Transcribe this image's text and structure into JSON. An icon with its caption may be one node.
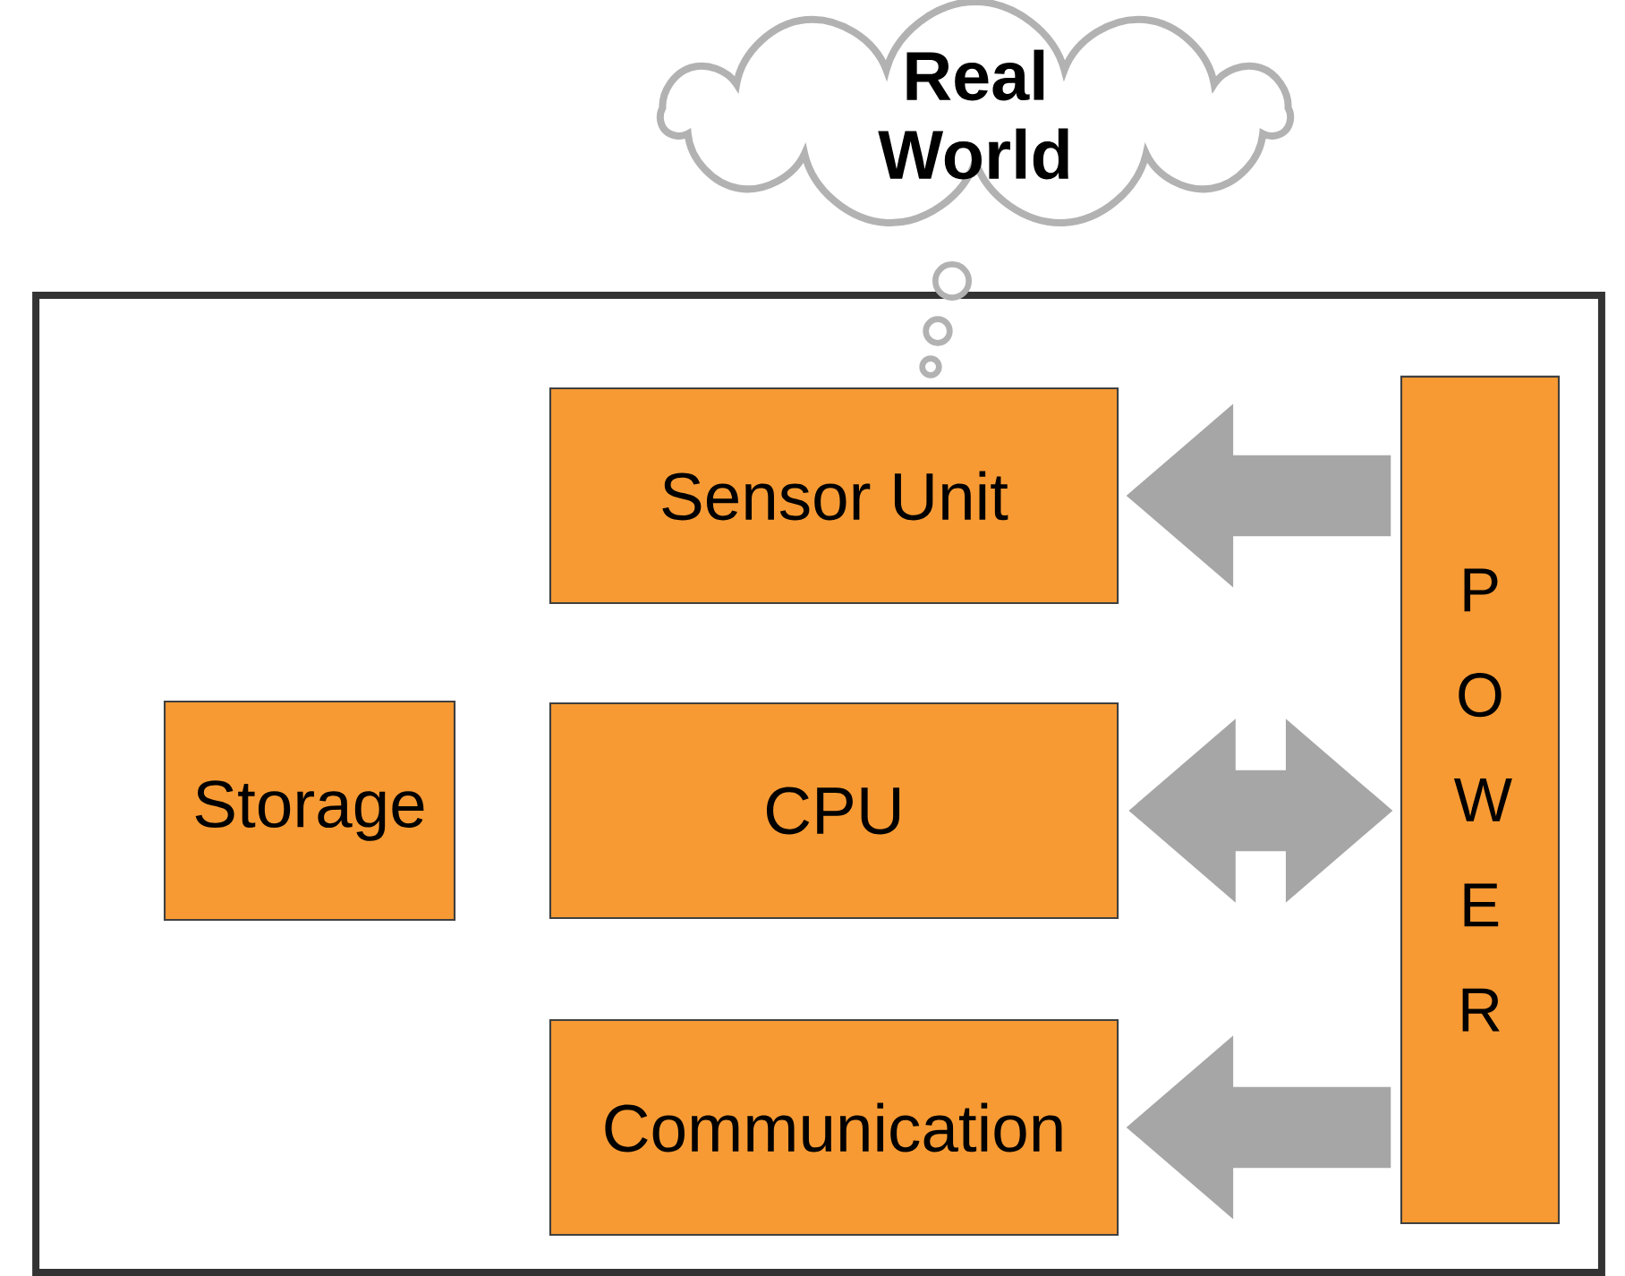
{
  "diagram": {
    "nodes": [
      {
        "text": [],
        "shape": "box"
      },
      {
        "text": [
          "Real World"
        ]
      },
      {
        "text": [
          "Sensor Unit"
        ],
        "in": 0
      },
      {
        "text": [
          "Storage"
        ],
        "in": 0
      },
      {
        "text": [
          "CPU"
        ],
        "in": 0
      },
      {
        "text": [
          "Communication"
        ],
        "in": 0
      },
      {
        "text": [
          "POWER"
        ],
        "in": 0
      }
    ],
    "edges": [
      {
        "from": 6,
        "to": 2,
        "arrow": "to"
      },
      {
        "from": 4,
        "to": 6,
        "arrow": "both"
      },
      {
        "from": 6,
        "to": 5,
        "arrow": "to"
      }
    ]
  }
}
